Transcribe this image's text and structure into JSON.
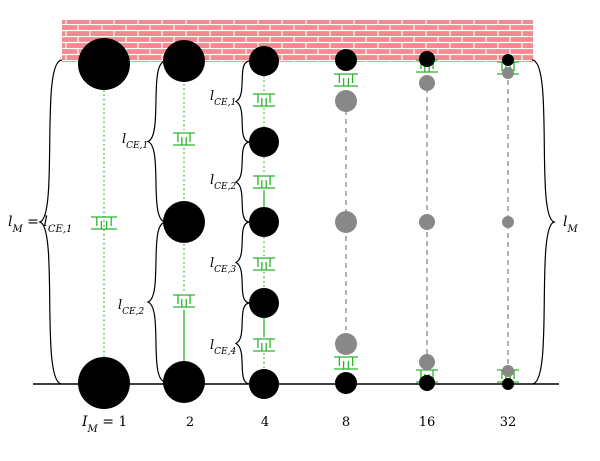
{
  "colors": {
    "wall": "#f28a8f",
    "mortar": "#ffffff",
    "ball_black": "#000000",
    "ball_gray": "#888888",
    "spring_green": "#2bb52b",
    "dashed_gray": "#888888",
    "ground_line": "#000000"
  },
  "labels": {
    "left_main": "l",
    "left_main_sub": "M",
    "left_eq": " = ",
    "left_eq_l": "l",
    "left_eq_sub": "CE,1",
    "right_main": "l",
    "right_main_sub": "M",
    "im_prefix": "I",
    "im_prefix_sub": "M",
    "im_prefix_eq": " = 1"
  },
  "columns": [
    {
      "label": "",
      "segment_labels": []
    },
    {
      "label": "2",
      "segment_labels": [
        "CE,1",
        "CE,2"
      ]
    },
    {
      "label": "4",
      "segment_labels": [
        "CE,1",
        "CE,2",
        "CE,3",
        "CE,4"
      ]
    },
    {
      "label": "8",
      "segment_labels": []
    },
    {
      "label": "16",
      "segment_labels": []
    },
    {
      "label": "32",
      "segment_labels": []
    }
  ],
  "segment_label_letter": "l",
  "wall_icon": "brick-wall-icon"
}
